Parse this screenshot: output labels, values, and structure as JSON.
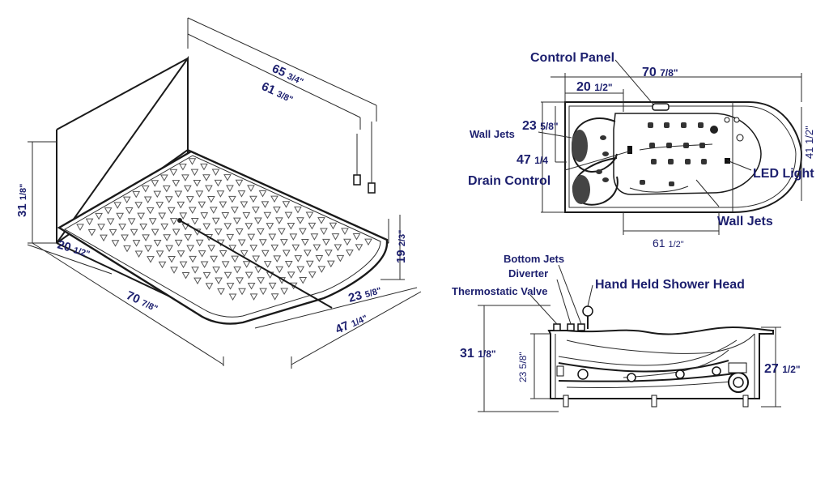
{
  "iso_view": {
    "dim_65_whole": "65",
    "dim_65_frac": "3/4\"",
    "dim_61_whole": "61",
    "dim_61_frac": "3/8\"",
    "dim_31_whole": "31",
    "dim_31_frac": "1/8\"",
    "dim_19_whole": "19",
    "dim_19_frac": "2/3\"",
    "dim_20_whole": "20",
    "dim_20_frac": "1/2\"",
    "dim_23_whole": "23",
    "dim_23_frac": "5/8\"",
    "dim_70_whole": "70",
    "dim_70_frac": "7/8\"",
    "dim_47_whole": "47",
    "dim_47_frac": "1/4\""
  },
  "top_view": {
    "control_panel": "Control Panel",
    "wall_jets_left": "Wall Jets",
    "drain_control": "Drain Control",
    "led_light": "LED Light",
    "wall_jets_right": "Wall Jets",
    "dim_70_whole": "70",
    "dim_70_frac": "7/8\"",
    "dim_20_whole": "20",
    "dim_20_frac": "1/2\"",
    "dim_23_whole": "23",
    "dim_23_frac": "5/8\"",
    "dim_47_whole": "47",
    "dim_47_frac": "1/4",
    "dim_41": "41 1/2\"",
    "dim_61_whole": "61",
    "dim_61_frac": "1/2\""
  },
  "side_view": {
    "bottom_jets": "Bottom Jets",
    "diverter": "Diverter",
    "thermostatic_valve": "Thermostatic Valve",
    "hand_held_shower": "Hand Held Shower Head",
    "dim_31_whole": "31",
    "dim_31_frac": "1/8\"",
    "dim_23": "23 5/8\"",
    "dim_27_whole": "27",
    "dim_27_frac": "1/2\""
  }
}
